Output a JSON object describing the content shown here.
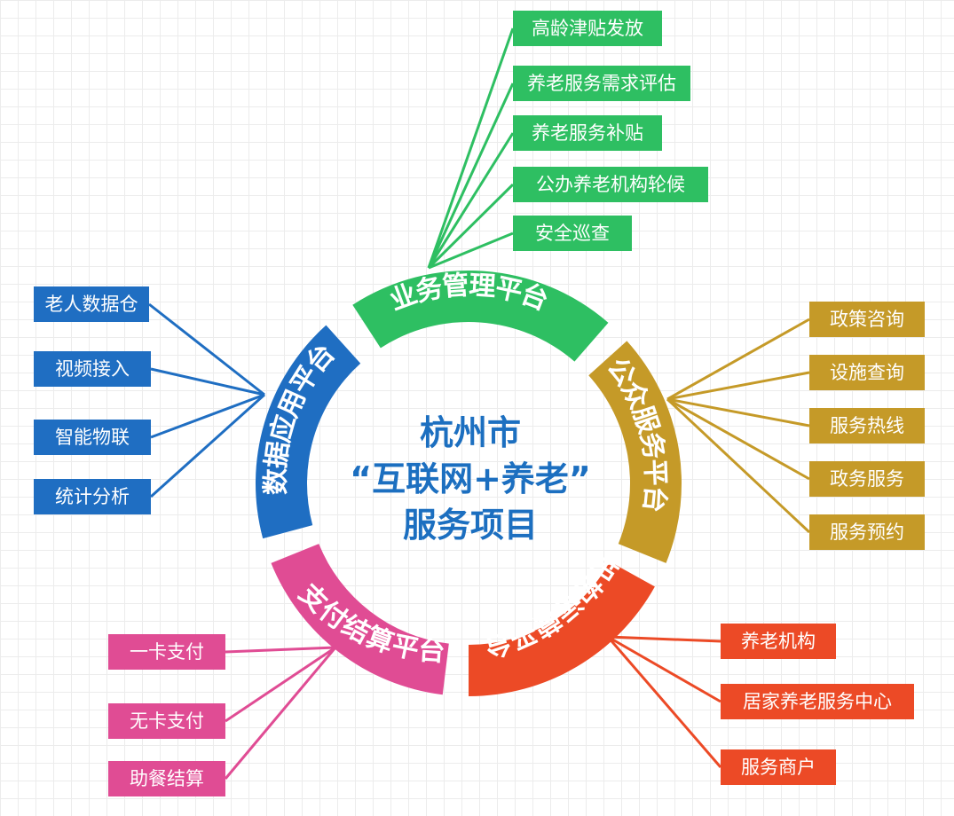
{
  "center": {
    "line1": "杭州市",
    "line2": "“互联网+养老”",
    "line3": "服务项目"
  },
  "colors": {
    "green": "#2ebf62",
    "gold": "#c59a28",
    "red": "#ec4a26",
    "pink": "#e04c94",
    "blue": "#1f6ec2"
  },
  "platforms": {
    "business": {
      "label": "业务管理平台",
      "items": [
        "高龄津贴发放",
        "养老服务需求评估",
        "养老服务补贴",
        "公办养老机构轮候",
        "安全巡查"
      ]
    },
    "public": {
      "label": "公众服务平台",
      "items": [
        "政策咨询",
        "设施查询",
        "服务热线",
        "政务服务",
        "服务预约"
      ]
    },
    "institution": {
      "label": "机构运营平台",
      "items": [
        "养老机构",
        "居家养老服务中心",
        "服务商户"
      ]
    },
    "payment": {
      "label": "支付结算平台",
      "items": [
        "一卡支付",
        "无卡支付",
        "助餐结算"
      ]
    },
    "data": {
      "label": "数据应用平台",
      "items": [
        "老人数据仓",
        "视频接入",
        "智能物联",
        "统计分析"
      ]
    }
  }
}
